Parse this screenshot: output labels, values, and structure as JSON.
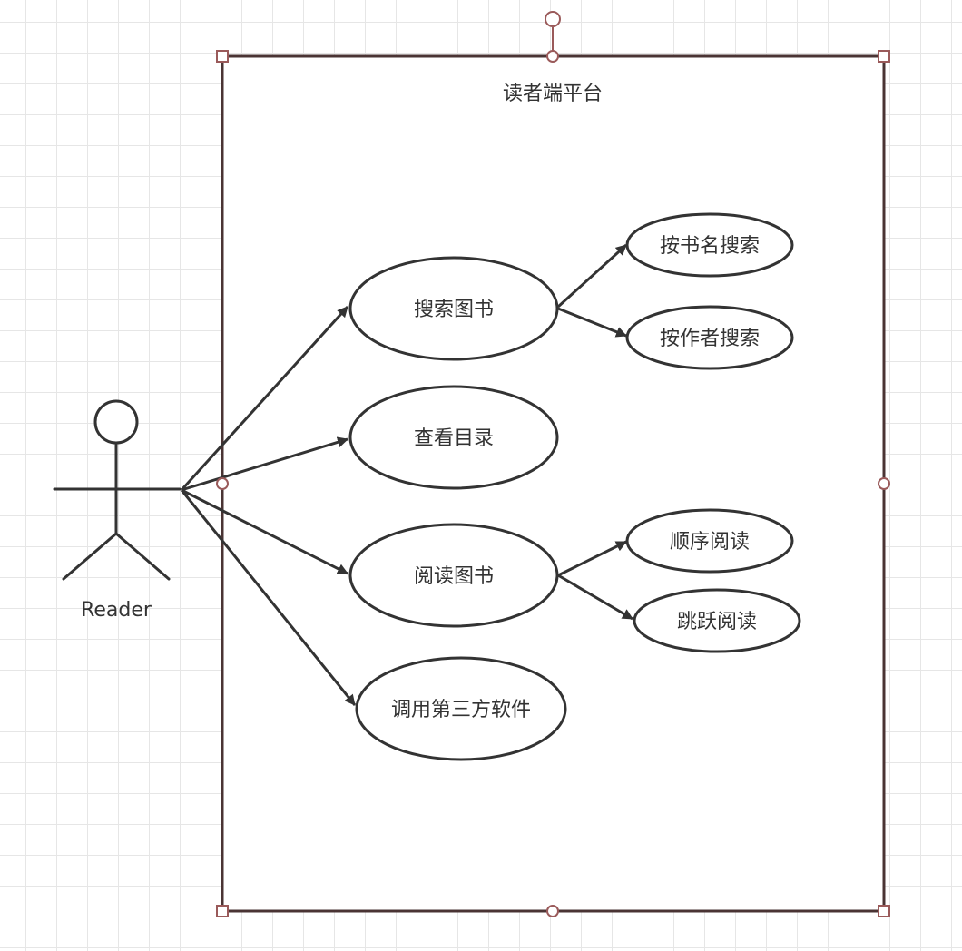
{
  "diagram": {
    "system_title": "读者端平台",
    "actor": {
      "name": "Reader"
    },
    "use_cases": {
      "search_books": "搜索图书",
      "view_catalog": "查看目录",
      "read_book": "阅读图书",
      "third_party": "调用第三方软件",
      "search_by_title": "按书名搜索",
      "search_by_author": "按作者搜索",
      "sequential_read": "顺序阅读",
      "jump_read": "跳跃阅读"
    }
  },
  "colors": {
    "boundary": "#4a3434",
    "stroke": "#333333",
    "handle": "#9a5a5a",
    "grid": "#e6e6e6"
  }
}
